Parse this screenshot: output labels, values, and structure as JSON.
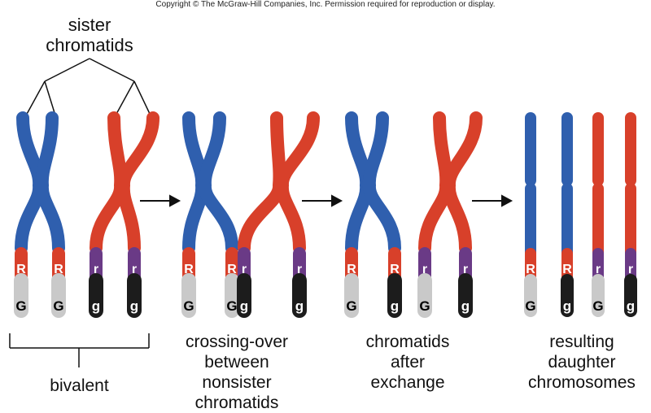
{
  "copyright": "Copyright © The McGraw-Hill Companies, Inc. Permission required for reproduction or display.",
  "labels": {
    "sister_chromatids": [
      "sister",
      "chromatids"
    ],
    "bivalent": "bivalent",
    "crossing_over": [
      "crossing-over",
      "between",
      "nonsister",
      "chromatids"
    ],
    "after_exchange": [
      "chromatids",
      "after",
      "exchange"
    ],
    "daughter": [
      "resulting",
      "daughter",
      "chromosomes"
    ]
  },
  "colors": {
    "blue": "#2f5fae",
    "red": "#d8402a",
    "purple": "#6a3a86",
    "gray": "#c9c9c9",
    "black": "#1c1c1c"
  },
  "stage1": {
    "alleles_a": [
      "R",
      "R",
      "r",
      "r"
    ],
    "alleles_b": [
      "G",
      "G",
      "g",
      "g"
    ]
  },
  "stage2": {
    "alleles_a": [
      "R",
      "R",
      "r",
      "r"
    ],
    "alleles_b": [
      "G",
      "G",
      "g",
      "g"
    ]
  },
  "stage3": {
    "alleles_a": [
      "R",
      "R",
      "r",
      "r"
    ],
    "alleles_b": [
      "G",
      "g",
      "G",
      "g"
    ]
  },
  "stage4": {
    "alleles_a": [
      "R",
      "R",
      "r",
      "r"
    ],
    "alleles_b": [
      "G",
      "g",
      "G",
      "g"
    ]
  }
}
